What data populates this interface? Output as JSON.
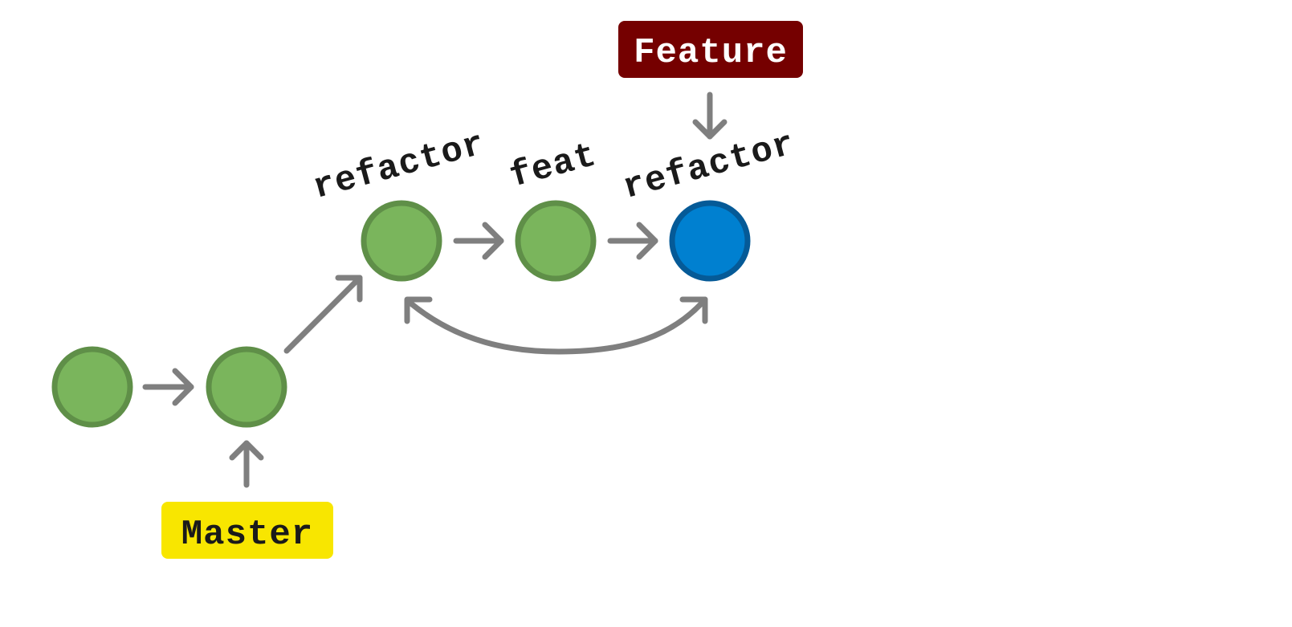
{
  "commits": [
    {
      "id": "c1",
      "label": "",
      "style": "normal"
    },
    {
      "id": "c2",
      "label": "",
      "style": "normal"
    },
    {
      "id": "c3",
      "label": "refactor",
      "style": "normal"
    },
    {
      "id": "c4",
      "label": "feat",
      "style": "normal"
    },
    {
      "id": "c5",
      "label": "refactor",
      "style": "highlighted"
    }
  ],
  "branches": {
    "master": {
      "label": "Master",
      "points_to": "c2",
      "background": "#f8e600",
      "text_color": "#1a1a1a"
    },
    "feature": {
      "label": "Feature",
      "points_to": "c5",
      "background": "#750000",
      "text_color": "#ffffff"
    }
  },
  "edges": [
    {
      "from": "c1",
      "to": "c2"
    },
    {
      "from": "c2",
      "to": "c3"
    },
    {
      "from": "c3",
      "to": "c4"
    },
    {
      "from": "c4",
      "to": "c5"
    },
    {
      "from": "c5",
      "to": "c3",
      "bidirectional": true
    }
  ],
  "colors": {
    "commit_fill": "#7ab55c",
    "commit_stroke": "#5f8f48",
    "highlight_fill": "#0080d0",
    "highlight_stroke": "#055a97",
    "arrow": "#7f7f7f"
  }
}
